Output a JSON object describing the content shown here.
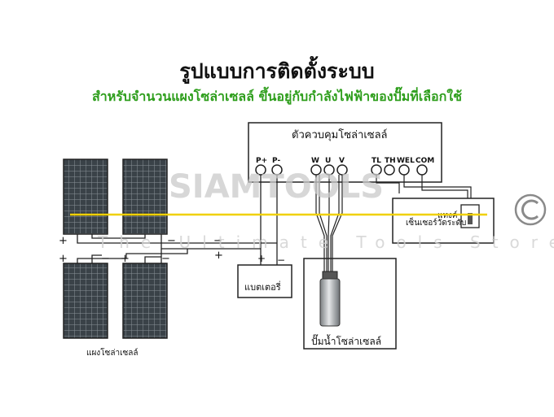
{
  "header": {
    "title": "รูปแบบการติดตั้งระบบ",
    "subtitle": "สำหรับจำนวนแผงโซล่าเซลล์ ขึ้นอยู่กับกำลังไฟฟ้าของปั๊มที่เลือกใช้"
  },
  "controller": {
    "label": "ตัวควบคุมโซล่าเซลล์",
    "terminals": {
      "p_plus": "P+",
      "p_minus": "P-",
      "w": "W",
      "u": "U",
      "v": "V",
      "tl": "TL",
      "th": "TH",
      "wel": "WEL",
      "com": "COM"
    }
  },
  "tank": {
    "label": "แทงค์",
    "sensor_label": "เซ็นเซอร์วัดระดับ"
  },
  "battery": {
    "label": "แบตเตอรี่",
    "plus": "+",
    "minus": "−"
  },
  "pump": {
    "label": "ปั๊มน้ำโซล่าเซลล์"
  },
  "panels": {
    "label": "แผงโซล่าเซลล์"
  },
  "polarity": {
    "plus": "+",
    "minus": "−"
  },
  "watermark": {
    "brand": "SIAMTOOLS",
    "tagline": "The Ultimate Tools Store",
    "copyright": "©"
  },
  "colors": {
    "title": "#111111",
    "subtitle": "#2e9e1c",
    "watermark_line": "#f0d000",
    "panel": "#3a4248",
    "wire": "#222222"
  }
}
